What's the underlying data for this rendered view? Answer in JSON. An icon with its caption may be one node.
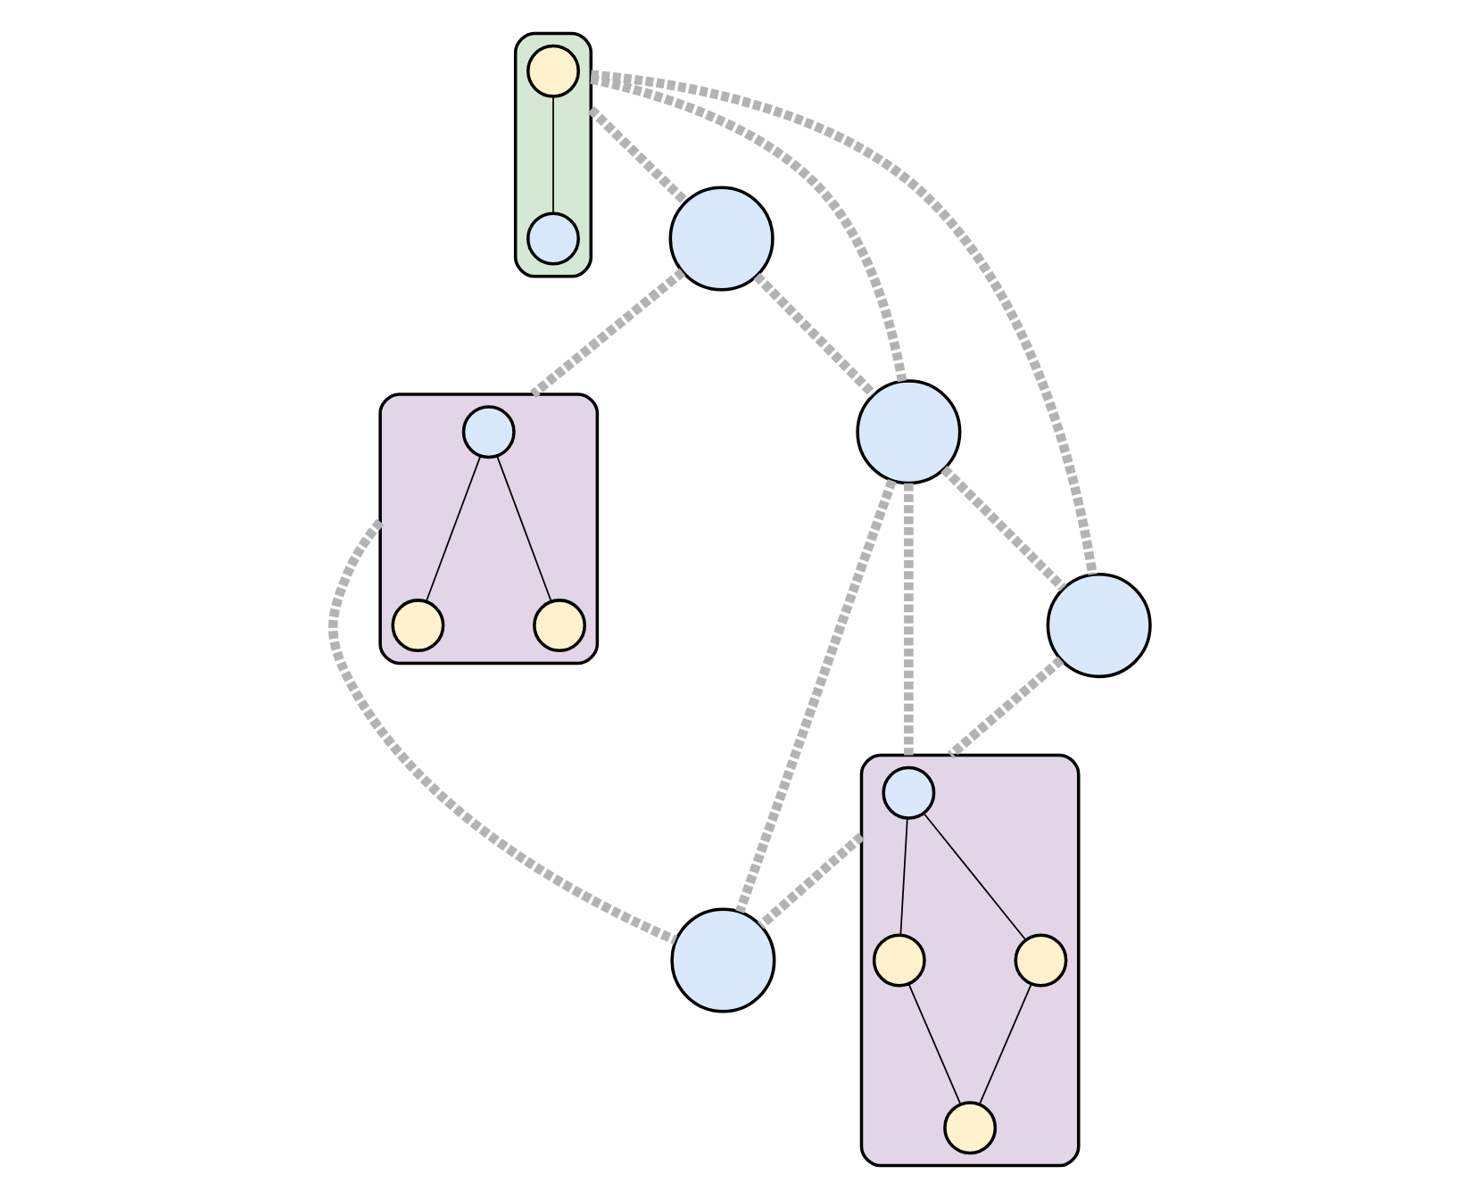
{
  "diagram": {
    "nodes": [
      {
        "text": [],
        "shape": "ellipse"
      },
      {
        "text": [],
        "shape": "circle",
        "in": 0
      },
      {
        "text": [],
        "shape": "circle",
        "in": 0
      },
      {
        "text": [],
        "shape": "circle"
      },
      {
        "text": [],
        "shape": "ellipse"
      },
      {
        "text": [],
        "shape": "circle",
        "in": 4
      },
      {
        "text": [],
        "shape": "circle",
        "in": 4
      },
      {
        "text": [],
        "shape": "circle",
        "in": 4
      },
      {
        "text": [],
        "shape": "circle"
      },
      {
        "text": [],
        "shape": "circle"
      },
      {
        "text": [],
        "shape": "circle"
      },
      {
        "text": [],
        "shape": "ellipse"
      },
      {
        "text": [],
        "shape": "circle",
        "in": 11
      },
      {
        "text": [],
        "shape": "circle",
        "in": 11
      },
      {
        "text": [],
        "shape": "circle",
        "in": 11
      },
      {
        "text": [],
        "shape": "circle",
        "in": 11
      }
    ],
    "edges": [
      {
        "from": 0,
        "to": 3,
        "arrow": "none",
        "style": "dashed"
      },
      {
        "from": 3,
        "to": 4,
        "arrow": "none",
        "style": "dashed"
      },
      {
        "from": 3,
        "to": 8,
        "arrow": "none",
        "style": "dashed"
      },
      {
        "from": 0,
        "to": 8,
        "arrow": "none",
        "style": "dashed"
      },
      {
        "from": 0,
        "to": 9,
        "arrow": "none",
        "style": "dashed"
      },
      {
        "from": 4,
        "to": 10,
        "arrow": "none",
        "style": "dashed"
      },
      {
        "from": 8,
        "to": 9,
        "arrow": "none",
        "style": "dashed"
      },
      {
        "from": 8,
        "to": 11,
        "arrow": "none",
        "style": "dashed"
      },
      {
        "from": 8,
        "to": 10,
        "arrow": "none",
        "style": "dashed"
      },
      {
        "from": 9,
        "to": 11,
        "arrow": "none",
        "style": "dashed"
      },
      {
        "from": 11,
        "to": 10,
        "arrow": "none",
        "style": "dashed"
      },
      {
        "from": 1,
        "to": 2,
        "arrow": "none",
        "color": "#000000"
      },
      {
        "from": 5,
        "to": 6,
        "arrow": "none",
        "color": "#000000"
      },
      {
        "from": 5,
        "to": 7,
        "arrow": "none",
        "color": "#000000"
      },
      {
        "from": 12,
        "to": 13,
        "arrow": "none",
        "color": "#000000"
      },
      {
        "from": 12,
        "to": 14,
        "arrow": "none",
        "color": "#000000"
      },
      {
        "from": 13,
        "to": 15,
        "arrow": "none",
        "color": "#000000"
      },
      {
        "from": 14,
        "to": 15,
        "arrow": "none",
        "color": "#000000"
      }
    ]
  }
}
